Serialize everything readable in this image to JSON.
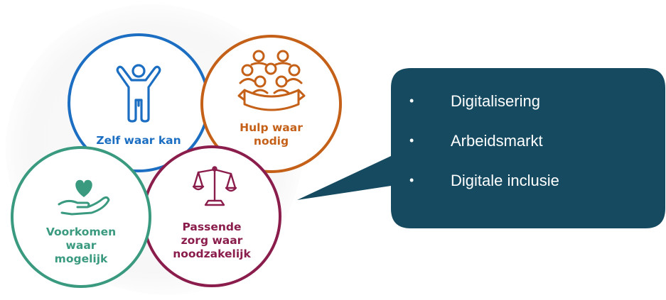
{
  "circles": {
    "zelf": {
      "lines": [
        "Zelf waar kan"
      ],
      "color": "#1b6ec2",
      "icon": "person-arms-raised-icon"
    },
    "hulp": {
      "lines": [
        "Hulp waar",
        "nodig"
      ],
      "color": "#c46018",
      "icon": "group-with-banner-icon"
    },
    "voorkomen": {
      "lines": [
        "Voorkomen",
        "waar",
        "mogelijk"
      ],
      "color": "#3a9a7f",
      "icon": "heart-in-hand-icon"
    },
    "passende": {
      "lines": [
        "Passende",
        "zorg waar",
        "noodzakelijk"
      ],
      "color": "#8a1d4c",
      "icon": "scales-icon"
    }
  },
  "callout": {
    "color": "#154a60",
    "bullet": "•",
    "items": [
      "Digitalisering",
      "Arbeidsmarkt",
      "Digitale inclusie"
    ]
  }
}
